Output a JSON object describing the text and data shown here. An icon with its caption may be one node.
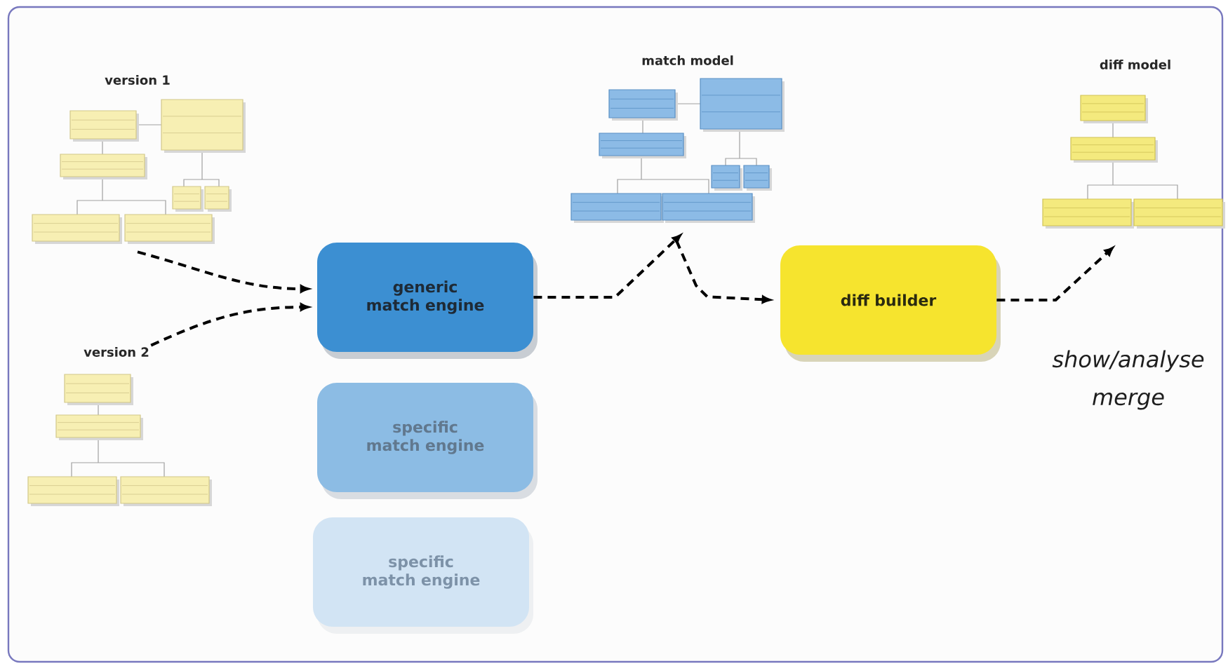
{
  "diagram": {
    "nodes": [
      {
        "text": [
          "version 1"
        ]
      },
      {
        "text": [
          "version 2"
        ]
      },
      {
        "text": [
          "generic match engine"
        ]
      },
      {
        "text": [
          "specific match engine"
        ]
      },
      {
        "text": [
          "specific match engine"
        ]
      },
      {
        "text": [
          "match model"
        ]
      },
      {
        "text": [
          "diff builder"
        ]
      },
      {
        "text": [
          "diff model"
        ]
      }
    ],
    "edges": [
      {
        "from": 0,
        "to": 2,
        "arrow": "to",
        "style": "dashed"
      },
      {
        "from": 1,
        "to": 2,
        "arrow": "to",
        "style": "dashed"
      },
      {
        "from": 2,
        "to": 5,
        "arrow": "to",
        "style": "dashed"
      },
      {
        "from": 5,
        "to": 6,
        "arrow": "to",
        "style": "dashed"
      },
      {
        "from": 6,
        "to": 7,
        "arrow": "to",
        "style": "dashed"
      }
    ],
    "labels": [
      "show/analyse merge"
    ]
  }
}
